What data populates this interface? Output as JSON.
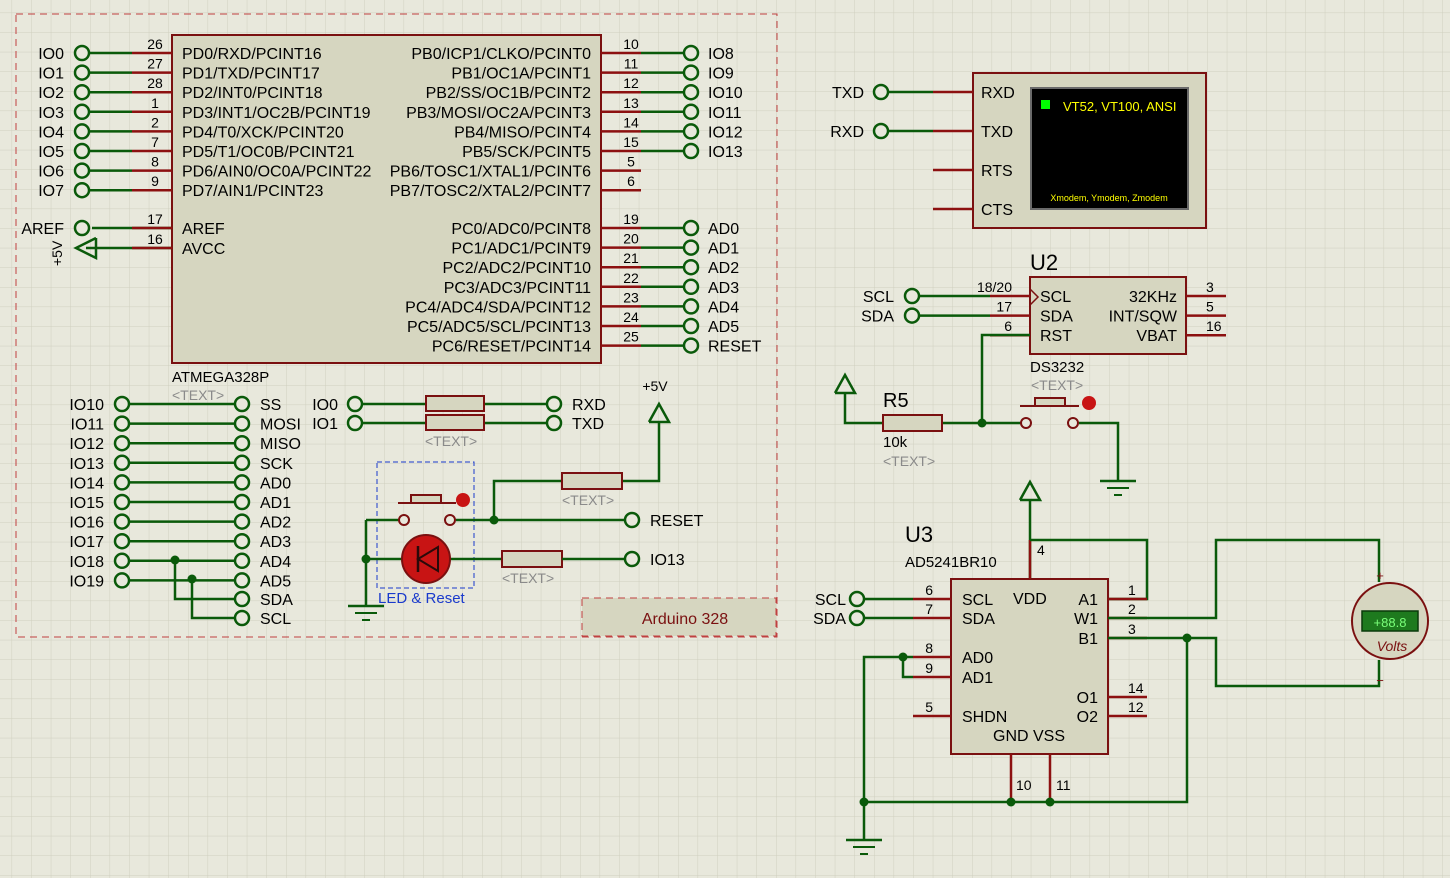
{
  "colors": {
    "background": "#e8e8dc",
    "grid": "#cfcfbf",
    "wire": "#0a5a0a",
    "pin": "#8c1010",
    "body": "#d6d6c0",
    "body_border": "#7a1010",
    "text": "#000000",
    "placeholder": "#8a8a8a",
    "subcircuit_border": "#c04040",
    "subcircuit_label": "#7a1010",
    "selection": "#1a3acc",
    "led": "#c81414",
    "terminal_screen": "#000000",
    "terminal_text": "#ffff00",
    "terminal_cursor": "#00ff00",
    "voltmeter_display": "#1e7a1e",
    "voltmeter_digits": "#7aff7a"
  },
  "u1": {
    "part": "ATMEGA328P",
    "placeholder": "<TEXT>",
    "left_pins": [
      {
        "net": "IO0",
        "num": "26",
        "name": "PD0/RXD/PCINT16"
      },
      {
        "net": "IO1",
        "num": "27",
        "name": "PD1/TXD/PCINT17"
      },
      {
        "net": "IO2",
        "num": "28",
        "name": "PD2/INT0/PCINT18"
      },
      {
        "net": "IO3",
        "num": "1",
        "name": "PD3/INT1/OC2B/PCINT19"
      },
      {
        "net": "IO4",
        "num": "2",
        "name": "PD4/T0/XCK/PCINT20"
      },
      {
        "net": "IO5",
        "num": "7",
        "name": "PD5/T1/OC0B/PCINT21"
      },
      {
        "net": "IO6",
        "num": "8",
        "name": "PD6/AIN0/OC0A/PCINT22"
      },
      {
        "net": "IO7",
        "num": "9",
        "name": "PD7/AIN1/PCINT23"
      }
    ],
    "aref": {
      "net": "AREF",
      "num": "17",
      "name": "AREF"
    },
    "avcc": {
      "num": "16",
      "name": "AVCC",
      "power": "+5V"
    },
    "right_pins_b": [
      {
        "net": "IO8",
        "num": "10",
        "name": "PB0/ICP1/CLKO/PCINT0"
      },
      {
        "net": "IO9",
        "num": "11",
        "name": "PB1/OC1A/PCINT1"
      },
      {
        "net": "IO10",
        "num": "12",
        "name": "PB2/SS/OC1B/PCINT2"
      },
      {
        "net": "IO11",
        "num": "13",
        "name": "PB3/MOSI/OC2A/PCINT3"
      },
      {
        "net": "IO12",
        "num": "14",
        "name": "PB4/MISO/PCINT4"
      },
      {
        "net": "IO13",
        "num": "15",
        "name": "PB5/SCK/PCINT5"
      },
      {
        "net": "",
        "num": "5",
        "name": "PB6/TOSC1/XTAL1/PCINT6"
      },
      {
        "net": "",
        "num": "6",
        "name": "PB7/TOSC2/XTAL2/PCINT7"
      }
    ],
    "right_pins_c": [
      {
        "net": "AD0",
        "num": "19",
        "name": "PC0/ADC0/PCINT8"
      },
      {
        "net": "AD1",
        "num": "20",
        "name": "PC1/ADC1/PCINT9"
      },
      {
        "net": "AD2",
        "num": "21",
        "name": "PC2/ADC2/PCINT10"
      },
      {
        "net": "AD3",
        "num": "22",
        "name": "PC3/ADC3/PCINT11"
      },
      {
        "net": "AD4",
        "num": "23",
        "name": "PC4/ADC4/SDA/PCINT12"
      },
      {
        "net": "AD5",
        "num": "24",
        "name": "PC5/ADC5/SCL/PCINT13"
      },
      {
        "net": "RESET",
        "num": "25",
        "name": "PC6/RESET/PCINT14"
      }
    ]
  },
  "alias_map": [
    {
      "from": "IO10",
      "to": "SS"
    },
    {
      "from": "IO11",
      "to": "MOSI"
    },
    {
      "from": "IO12",
      "to": "MISO"
    },
    {
      "from": "IO13",
      "to": "SCK"
    },
    {
      "from": "IO14",
      "to": "AD0"
    },
    {
      "from": "IO15",
      "to": "AD1"
    },
    {
      "from": "IO16",
      "to": "AD2"
    },
    {
      "from": "IO17",
      "to": "AD3"
    },
    {
      "from": "IO18",
      "to": "AD4"
    },
    {
      "from": "IO19",
      "to": "AD5"
    }
  ],
  "sda_label": "SDA",
  "scl_label": "SCL",
  "serial_resistors": [
    {
      "from": "IO0",
      "to": "RXD",
      "placeholder": "<TEXT>"
    },
    {
      "from": "IO1",
      "to": "TXD",
      "placeholder": ""
    }
  ],
  "reset_circuit": {
    "power": "+5V",
    "reset_net": "RESET",
    "led_net": "IO13",
    "placeholder_pullup": "<TEXT>",
    "placeholder_led": "<TEXT>",
    "group_label": "LED & Reset"
  },
  "subcircuit_label": "Arduino 328",
  "terminal": {
    "nets": [
      {
        "net": "TXD",
        "pin": "RXD"
      },
      {
        "net": "RXD",
        "pin": "TXD"
      },
      {
        "net": "",
        "pin": "RTS"
      },
      {
        "net": "",
        "pin": "CTS"
      }
    ],
    "header": "VT52, VT100, ANSI",
    "footer": "Xmodem, Ymodem, Zmodem"
  },
  "u2": {
    "ref": "U2",
    "part": "DS3232",
    "placeholder": "<TEXT>",
    "left_pins": [
      {
        "net": "SCL",
        "num": "18/20",
        "name": "SCL"
      },
      {
        "net": "SDA",
        "num": "17",
        "name": "SDA"
      },
      {
        "net": "",
        "num": "6",
        "name": "RST"
      }
    ],
    "right_pins": [
      {
        "num": "3",
        "name": "32KHz"
      },
      {
        "num": "5",
        "name": "INT/SQW"
      },
      {
        "num": "16",
        "name": "VBAT"
      }
    ]
  },
  "r5": {
    "ref": "R5",
    "value": "10k",
    "placeholder": "<TEXT>"
  },
  "u3": {
    "ref": "U3",
    "part": "AD5241BR10",
    "vdd_num": "4",
    "left_pins": [
      {
        "net": "SCL",
        "num": "6",
        "name": "SCL"
      },
      {
        "net": "SDA",
        "num": "7",
        "name": "SDA"
      },
      {
        "net": "",
        "num": "8",
        "name": "AD0"
      },
      {
        "net": "",
        "num": "9",
        "name": "AD1"
      },
      {
        "net": "",
        "num": "5",
        "name": "SHDN"
      }
    ],
    "right_pins": [
      {
        "num": "1",
        "name": "A1"
      },
      {
        "num": "2",
        "name": "W1"
      },
      {
        "num": "3",
        "name": "B1"
      },
      {
        "num": "14",
        "name": "O1"
      },
      {
        "num": "12",
        "name": "O2"
      }
    ],
    "vdd_label": "VDD",
    "bottom_label": "GND VSS",
    "bottom_nums": [
      "10",
      "11"
    ]
  },
  "voltmeter": {
    "reading": "+88.8",
    "unit": "Volts",
    "plus": "+",
    "minus": "−"
  }
}
